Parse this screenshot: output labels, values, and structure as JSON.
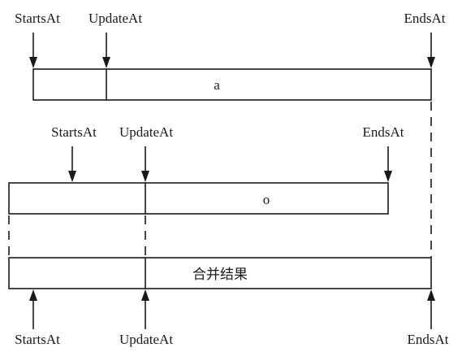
{
  "bar_a": {
    "label": "a",
    "starts_label": "StartsAt",
    "update_label": "UpdateAt",
    "ends_label": "EndsAt"
  },
  "bar_o": {
    "label": "o",
    "starts_label": "StartsAt",
    "update_label": "UpdateAt",
    "ends_label": "EndsAt"
  },
  "bar_result": {
    "label": "合并结果",
    "starts_label": "StartsAt",
    "update_label": "UpdateAt",
    "ends_label": "EndsAt"
  }
}
